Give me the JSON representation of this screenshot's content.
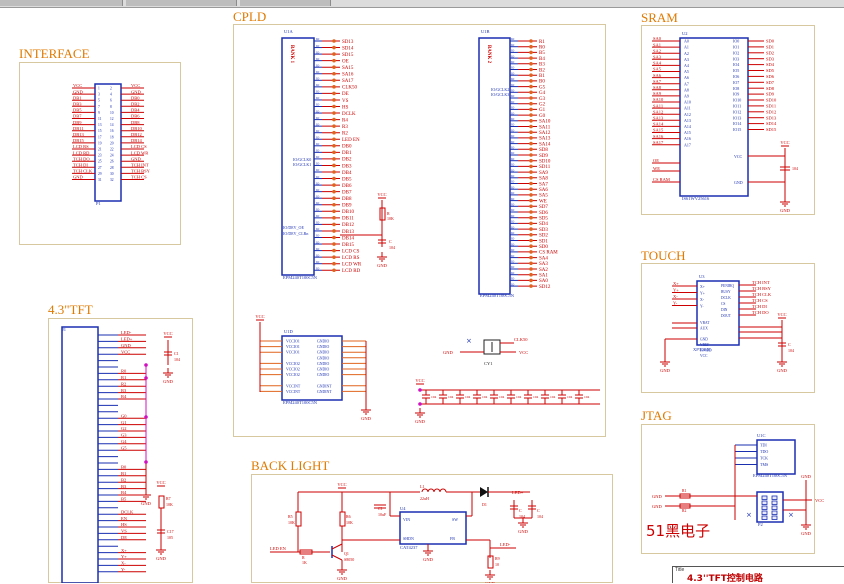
{
  "sections": {
    "cpld": "CPLD",
    "sram": "SRAM",
    "interface": "INTERFACE",
    "tft": "4.3\"TFT",
    "touch": "TOUCH",
    "backlight": "BACK LIGHT",
    "jtag": "JTAG"
  },
  "watermark": "51黑电子",
  "title_block": {
    "label": "Title",
    "value": "4.3''TFT控制电路"
  },
  "parts": {
    "u1a": {
      "ref": "U1A",
      "bank": "BANK 1",
      "part": "EPM240T100C5N"
    },
    "u1b": {
      "ref": "U1B",
      "bank": "BANK 2",
      "part": "EPM240T100C5N"
    },
    "u1d": {
      "ref": "U1D",
      "part": "EPM240T100C5N"
    },
    "u1c": {
      "ref": "U1C",
      "part": "EPM240T100C5N"
    },
    "u2": {
      "ref": "U2",
      "part": "IS61WV25616"
    },
    "u3": {
      "ref": "U3",
      "part": "XPT2046"
    },
    "u4": {
      "ref": "U4",
      "part": "CAT4237"
    },
    "p1": "P1",
    "p2": "P2",
    "j1": "J1",
    "cy1": "CY1",
    "clk50": "CLK50",
    "q1": {
      "ref": "Q1",
      "part": "S8050"
    },
    "l1": {
      "ref": "L1",
      "value": "22uH"
    },
    "d1": "D1",
    "r_bl": [
      {
        "ref": "R5",
        "value": "10K"
      },
      {
        "ref": "R6",
        "value": "10K"
      },
      {
        "ref": "R",
        "value": "1K"
      },
      {
        "ref": "R9",
        "value": "10"
      }
    ],
    "r7": {
      "ref": "R7",
      "value": "10K"
    }
  },
  "nets": {
    "vcc": "VCC",
    "gnd": "GND",
    "led_plus": "LED+",
    "led_minus": "LED-",
    "led_en": "LED EN",
    "lcd_cs": "LCD CS",
    "lcd_rs": "LCD RS",
    "lcd_wr": "LCD WR",
    "lcd_rd": "LCD RD"
  },
  "u1a_pins_right": [
    "SD13",
    "SD14",
    "SD15",
    "OE",
    "SA15",
    "SA16",
    "SA17",
    "CLK50",
    "DE",
    "VS",
    "HS",
    "DCLK",
    "R4",
    "R3",
    "R2",
    "LED EN",
    "DB0",
    "DB1",
    "DB2",
    "DB3",
    "DB4",
    "DB5",
    "DB6",
    "DB7",
    "DB8",
    "DB9",
    "DB10",
    "DB11",
    "DB12",
    "DB13",
    "DB14",
    "DB15",
    "LCD CS",
    "LCD RS",
    "LCD WR",
    "LCD RD"
  ],
  "u1b_pins_right": [
    "R1",
    "R0",
    "B5",
    "B4",
    "B3",
    "B2",
    "B1",
    "B0",
    "G5",
    "G4",
    "G3",
    "G2",
    "G1",
    "G0",
    "SA10",
    "SA11",
    "SA12",
    "SA13",
    "SA14",
    "SD8",
    "SD9",
    "SD10",
    "SD11",
    "SA9",
    "SA8",
    "SA7",
    "SA6",
    "SA5",
    "WE",
    "SD7",
    "SD6",
    "SD5",
    "SD4",
    "SD3",
    "SD2",
    "SD1",
    "SD0",
    "CS RAM",
    "SA4",
    "SA3",
    "SA2",
    "SA1",
    "SA0",
    "SD12"
  ],
  "sram_addr": [
    "SA0",
    "SA1",
    "SA2",
    "SA3",
    "SA4",
    "SA5",
    "SA6",
    "SA7",
    "SA8",
    "SA9",
    "SA10",
    "SA11",
    "SA12",
    "SA13",
    "SA14",
    "SA15",
    "SA16",
    "SA17"
  ],
  "sram_data": [
    "SD0",
    "SD1",
    "SD2",
    "SD3",
    "SD4",
    "SD5",
    "SD6",
    "SD7",
    "SD8",
    "SD9",
    "SD10",
    "SD11",
    "SD12",
    "SD13",
    "SD14",
    "SD15"
  ],
  "sram_ctrl": [
    "OE",
    "WE",
    "CS RAM"
  ],
  "interface_left": [
    "VCC",
    "GND",
    "DB1",
    "DB3",
    "DB5",
    "DB7",
    "DB9",
    "DB11",
    "DB13",
    "DB15",
    "LCD RS",
    "LCD RD",
    "TCH DO",
    "TCH DI",
    "TCH CLK",
    "GND"
  ],
  "interface_right": [
    "VCC",
    "GND",
    "DB0",
    "DB2",
    "DB4",
    "DB6",
    "DB8",
    "DB10",
    "DB12",
    "DB14",
    "LCD CS",
    "LCD WR",
    "GND",
    "TCH INT",
    "TCH BSY",
    "TCH CS"
  ],
  "tft_pins": [
    "LED-",
    "LED+",
    "GND",
    "VCC",
    "",
    "",
    "R0",
    "R1",
    "R2",
    "R3",
    "R4",
    "",
    "",
    "G0",
    "G1",
    "G2",
    "G3",
    "G4",
    "G5",
    "",
    "",
    "B0",
    "B1",
    "B2",
    "B3",
    "B4",
    "B5",
    "",
    "DCLK",
    "EN",
    "HS",
    "VS",
    "DE",
    "",
    "X+",
    "Y+",
    "X-",
    "Y-"
  ],
  "touch_left": [
    "X+",
    "Y+",
    "X-",
    "Y-"
  ],
  "touch_right": [
    "TCH INT",
    "TCH BSY",
    "TCH CLK",
    "TCH CS",
    "TCH DI",
    "TCH DO"
  ],
  "jtag_pins": [
    "TDI",
    "TDO",
    "TCK",
    "TMS"
  ]
}
